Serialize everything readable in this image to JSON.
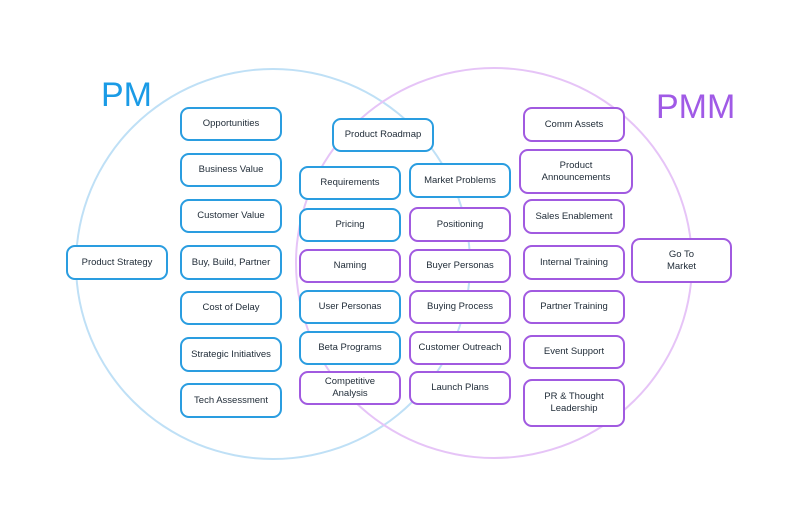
{
  "diagram": {
    "pm_title": "PM",
    "pmm_title": "PMM",
    "colors": {
      "pm": "#2a9de0",
      "pmm": "#a15ae0",
      "pm_circle": "#bfe0f6",
      "pmm_circle": "#e6c4f7"
    },
    "chips": [
      {
        "id": "product-strategy",
        "label": "Product Strategy",
        "group": "pm"
      },
      {
        "id": "opportunities",
        "label": "Opportunities",
        "group": "pm"
      },
      {
        "id": "business-value",
        "label": "Business Value",
        "group": "pm"
      },
      {
        "id": "customer-value",
        "label": "Customer Value",
        "group": "pm"
      },
      {
        "id": "buy-build-partner",
        "label": "Buy, Build, Partner",
        "group": "pm"
      },
      {
        "id": "cost-of-delay",
        "label": "Cost of Delay",
        "group": "pm"
      },
      {
        "id": "strategic-initiatives",
        "label": "Strategic Initiatives",
        "group": "pm"
      },
      {
        "id": "tech-assessment",
        "label": "Tech Assessment",
        "group": "pm"
      },
      {
        "id": "product-roadmap",
        "label": "Product Roadmap",
        "group": "pm"
      },
      {
        "id": "requirements",
        "label": "Requirements",
        "group": "pm"
      },
      {
        "id": "pricing",
        "label": "Pricing",
        "group": "pm"
      },
      {
        "id": "naming",
        "label": "Naming",
        "group": "pmm"
      },
      {
        "id": "user-personas",
        "label": "User Personas",
        "group": "pm"
      },
      {
        "id": "beta-programs",
        "label": "Beta Programs",
        "group": "pm"
      },
      {
        "id": "competitive-analysis",
        "label": "Competitive Analysis",
        "group": "pmm"
      },
      {
        "id": "market-problems",
        "label": "Market Problems",
        "group": "pm"
      },
      {
        "id": "positioning",
        "label": "Positioning",
        "group": "pmm"
      },
      {
        "id": "buyer-personas",
        "label": "Buyer Personas",
        "group": "pmm"
      },
      {
        "id": "buying-process",
        "label": "Buying Process",
        "group": "pmm"
      },
      {
        "id": "customer-outreach",
        "label": "Customer Outreach",
        "group": "pmm"
      },
      {
        "id": "launch-plans",
        "label": "Launch Plans",
        "group": "pmm"
      },
      {
        "id": "comm-assets",
        "label": "Comm Assets",
        "group": "pmm"
      },
      {
        "id": "product-announcements",
        "label": "Product Announcements",
        "group": "pmm"
      },
      {
        "id": "sales-enablement",
        "label": "Sales Enablement",
        "group": "pmm"
      },
      {
        "id": "internal-training",
        "label": "Internal Training",
        "group": "pmm"
      },
      {
        "id": "partner-training",
        "label": "Partner Training",
        "group": "pmm"
      },
      {
        "id": "event-support",
        "label": "Event Support",
        "group": "pmm"
      },
      {
        "id": "pr-thought-leadership",
        "label": "PR & Thought Leadership",
        "group": "pmm"
      },
      {
        "id": "go-to-market",
        "label": "Go To Market",
        "group": "pmm"
      }
    ]
  }
}
